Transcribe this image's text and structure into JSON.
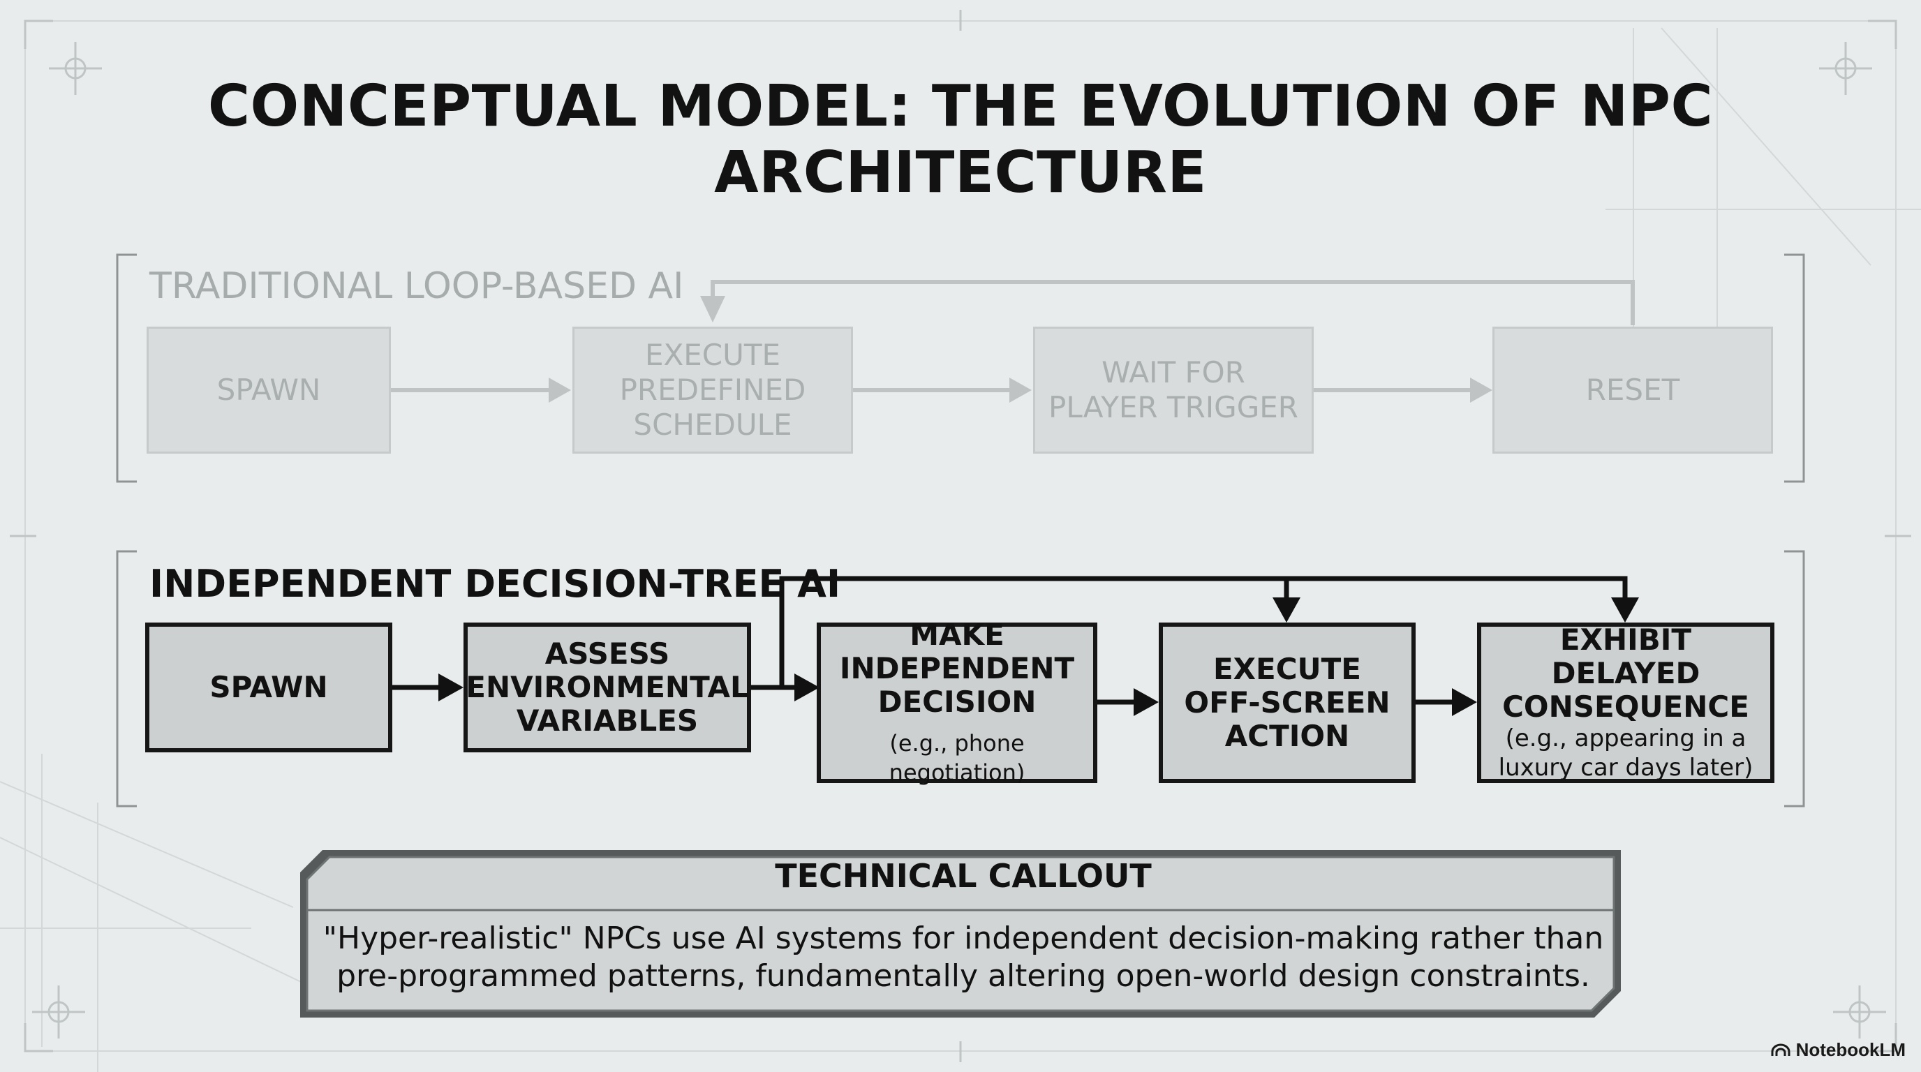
{
  "title": "CONCEPTUAL MODEL: THE EVOLUTION OF NPC ARCHITECTURE",
  "traditional": {
    "label": "TRADITIONAL LOOP-BASED AI",
    "steps": [
      {
        "label": "SPAWN"
      },
      {
        "label": "EXECUTE\nPREDEFINED\nSCHEDULE"
      },
      {
        "label": "WAIT FOR\nPLAYER TRIGGER"
      },
      {
        "label": "RESET"
      }
    ]
  },
  "independent": {
    "label": "INDEPENDENT DECISION-TREE AI",
    "steps": [
      {
        "label": "SPAWN"
      },
      {
        "label": "ASSESS\nENVIRONMENTAL\nVARIABLES"
      },
      {
        "label": "MAKE\nINDEPENDENT\nDECISION",
        "note": "(e.g., phone negotiation)"
      },
      {
        "label": "EXECUTE\nOFF-SCREEN\nACTION"
      },
      {
        "label": "EXHIBIT DELAYED\nCONSEQUENCE",
        "note": "(e.g., appearing in a\nluxury car days later)"
      }
    ]
  },
  "callout": {
    "title": "TECHNICAL CALLOUT",
    "body": "\"Hyper-realistic\" NPCs use AI systems for independent decision-making rather than\npre-programmed patterns, fundamentally altering open-world design constraints."
  },
  "watermark": {
    "text": "NotebookLM",
    "icon": "notebooklm-logo-icon"
  },
  "colors": {
    "background": "#e9ecec",
    "faded_box": "#d9dcdc",
    "faded_text": "#a9aeae",
    "active_box": "#cdd0d0",
    "active_border": "#161616"
  }
}
